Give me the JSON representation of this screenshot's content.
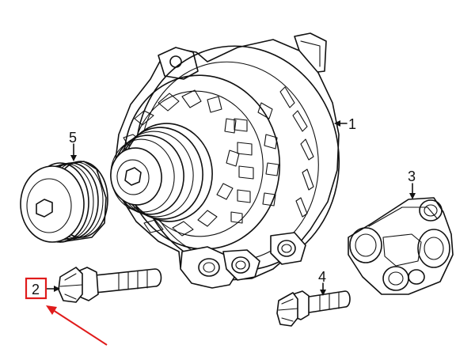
{
  "callouts": {
    "c1": "1",
    "c2": "2",
    "c3": "3",
    "c4": "4",
    "c5": "5"
  },
  "colors": {
    "line": "#111111",
    "highlight": "#e01b1b",
    "background": "#ffffff"
  },
  "highlighted_callout": "2"
}
